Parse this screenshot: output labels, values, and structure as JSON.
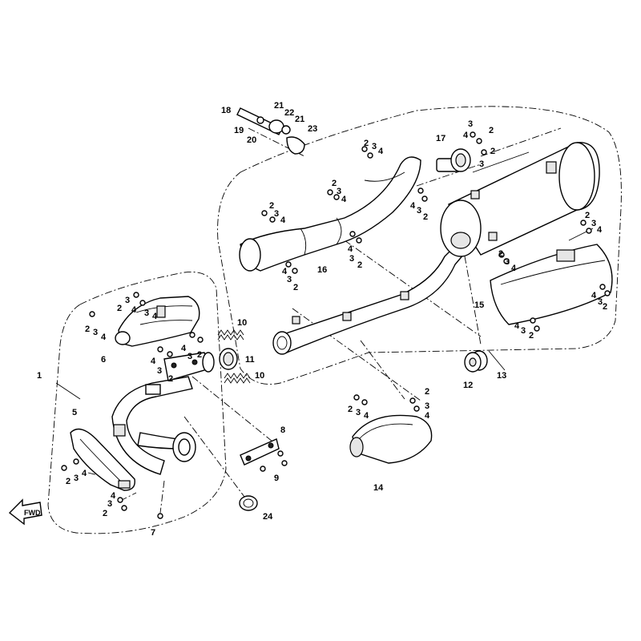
{
  "callouts": {
    "n1": "1",
    "n2": "2",
    "n3": "3",
    "n4": "4",
    "n5": "5",
    "n6": "6",
    "n7": "7",
    "n8": "8",
    "n9": "9",
    "n10": "10",
    "n11": "11",
    "n12": "12",
    "n13": "13",
    "n14": "14",
    "n15": "15",
    "n16": "16",
    "n17": "17",
    "n18": "18",
    "n19": "19",
    "n20": "20",
    "n21": "21",
    "n22": "22",
    "n23": "23",
    "n24": "24"
  },
  "direction_marker": {
    "label": "FWD",
    "icon": "forward-arrow-icon"
  }
}
